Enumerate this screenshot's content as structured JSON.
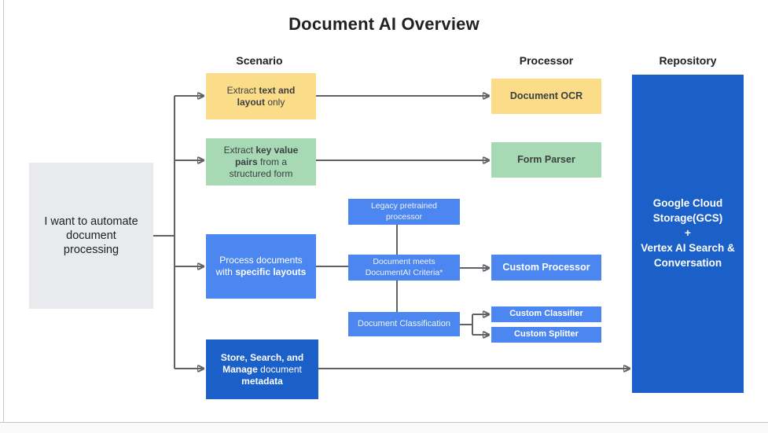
{
  "title": "Document AI Overview",
  "columns": {
    "scenario": "Scenario",
    "processor": "Processor",
    "repository": "Repository"
  },
  "start": {
    "text": "I want to automate\ndocument\nprocessing"
  },
  "scenarios": {
    "extract_text_layout": {
      "segments": [
        {
          "t": "Extract "
        },
        {
          "t": "text and",
          "b": true
        },
        {
          "br": true
        },
        {
          "t": "layout",
          "b": true
        },
        {
          "t": " only"
        }
      ]
    },
    "extract_key_value": {
      "segments": [
        {
          "t": "Extract "
        },
        {
          "t": "key value",
          "b": true
        },
        {
          "br": true
        },
        {
          "t": "pairs",
          "b": true
        },
        {
          "t": " from a"
        },
        {
          "br": true
        },
        {
          "t": "structured form"
        }
      ]
    },
    "specific_layouts": {
      "segments": [
        {
          "t": "Process documents"
        },
        {
          "br": true
        },
        {
          "t": "with "
        },
        {
          "t": "specific layouts",
          "b": true
        }
      ]
    },
    "store_search_manage": {
      "segments": [
        {
          "t": "Store, Search, and",
          "b": true
        },
        {
          "br": true
        },
        {
          "t": "Manage",
          "b": true
        },
        {
          "t": " document"
        },
        {
          "br": true
        },
        {
          "t": "metadata",
          "b": true
        }
      ]
    }
  },
  "processors": {
    "document_ocr": "Document OCR",
    "form_parser": "Form Parser",
    "legacy_pretrained": "Legacy pretrained\nprocessor",
    "documentai_criteria": "Document meets\nDocumentAI Criteria*",
    "document_classification": "Document Classification",
    "custom_processor": "Custom Processor",
    "custom_classifier": "Custom Classifier",
    "custom_splitter": "Custom Splitter"
  },
  "repository": {
    "text": "Google Cloud\nStorage(GCS)\n+\nVertex AI Search &\nConversation"
  },
  "colors": {
    "yellow": "#fbdc88",
    "green": "#a6d9b4",
    "blue": "#4c86f0",
    "dark_blue": "#1b5fc8",
    "start_gray": "#e8eaed",
    "connector_gray": "#5f6368",
    "text_dark": "#202124"
  }
}
